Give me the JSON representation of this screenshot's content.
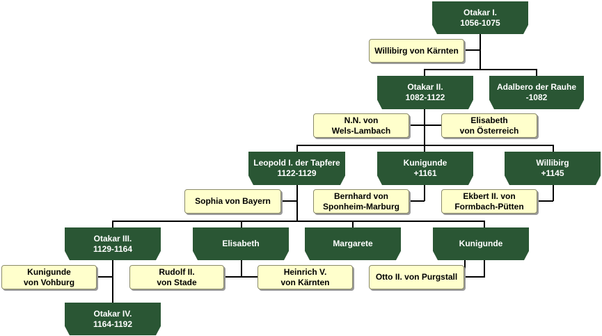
{
  "colors": {
    "person_bg": "#2a5634",
    "person_text": "#ffffff",
    "spouse_bg": "#ffffcc",
    "line": "#000000"
  },
  "nodes": {
    "otakar1": {
      "l1": "Otakar I.",
      "l2": "1056-1075"
    },
    "willibirg1": {
      "l1": "Willibirg von Kärnten",
      "l2": ""
    },
    "otakar2": {
      "l1": "Otakar II.",
      "l2": "1082-1122"
    },
    "adalbero": {
      "l1": "Adalbero der Rauhe",
      "l2": "-1082"
    },
    "nn": {
      "l1": "N.N. von",
      "l2": "Wels-Lambach"
    },
    "elisabeth1": {
      "l1": "Elisabeth",
      "l2": "von Österreich"
    },
    "leopold1": {
      "l1": "Leopold I. der Tapfere",
      "l2": "1122-1129"
    },
    "kunigunde1": {
      "l1": "Kunigunde",
      "l2": "+1161"
    },
    "willibirg2": {
      "l1": "Willibirg",
      "l2": "+1145"
    },
    "sophia": {
      "l1": "Sophia von Bayern",
      "l2": ""
    },
    "bernhard": {
      "l1": "Bernhard von",
      "l2": "Sponheim-Marburg"
    },
    "ekbert": {
      "l1": "Ekbert II. von",
      "l2": "Formbach-Pütten"
    },
    "otakar3": {
      "l1": "Otakar III.",
      "l2": "1129-1164"
    },
    "elisabeth2": {
      "l1": "Elisabeth",
      "l2": ""
    },
    "margarete": {
      "l1": "Margarete",
      "l2": ""
    },
    "kunigunde2": {
      "l1": "Kunigunde",
      "l2": ""
    },
    "kunigunde3": {
      "l1": "Kunigunde",
      "l2": "von Vohburg"
    },
    "rudolf": {
      "l1": "Rudolf II.",
      "l2": "von Stade"
    },
    "heinrich": {
      "l1": "Heinrich V.",
      "l2": "von Kärnten"
    },
    "otto": {
      "l1": "Otto II. von Purgstall",
      "l2": ""
    },
    "otakar4": {
      "l1": "Otakar IV.",
      "l2": "1164-1192"
    }
  }
}
